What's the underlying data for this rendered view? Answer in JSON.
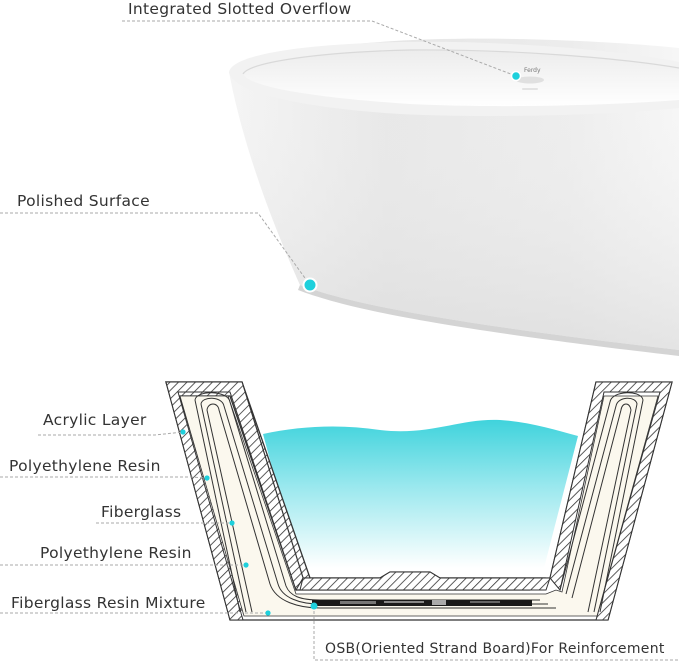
{
  "colors": {
    "accent": "#1ed0dc",
    "water_top": "#3fd3dc",
    "water_bottom": "#ffffff",
    "hatch": "#333333",
    "label_text": "#333333",
    "leader_line": "#aaaaaa"
  },
  "product": {
    "brand_mark": "Ferdy"
  },
  "labels": {
    "overflow": "Integrated Slotted Overflow",
    "surface": "Polished  Surface",
    "acrylic": "Acrylic Layer",
    "resin_1": "Polyethylene Resin",
    "fiberglass": "Fiberglass",
    "resin_2": "Polyethylene Resin",
    "mixture": "Fiberglass Resin Mixture",
    "osb": "OSB(Oriented Strand Board)For Reinforcement"
  }
}
